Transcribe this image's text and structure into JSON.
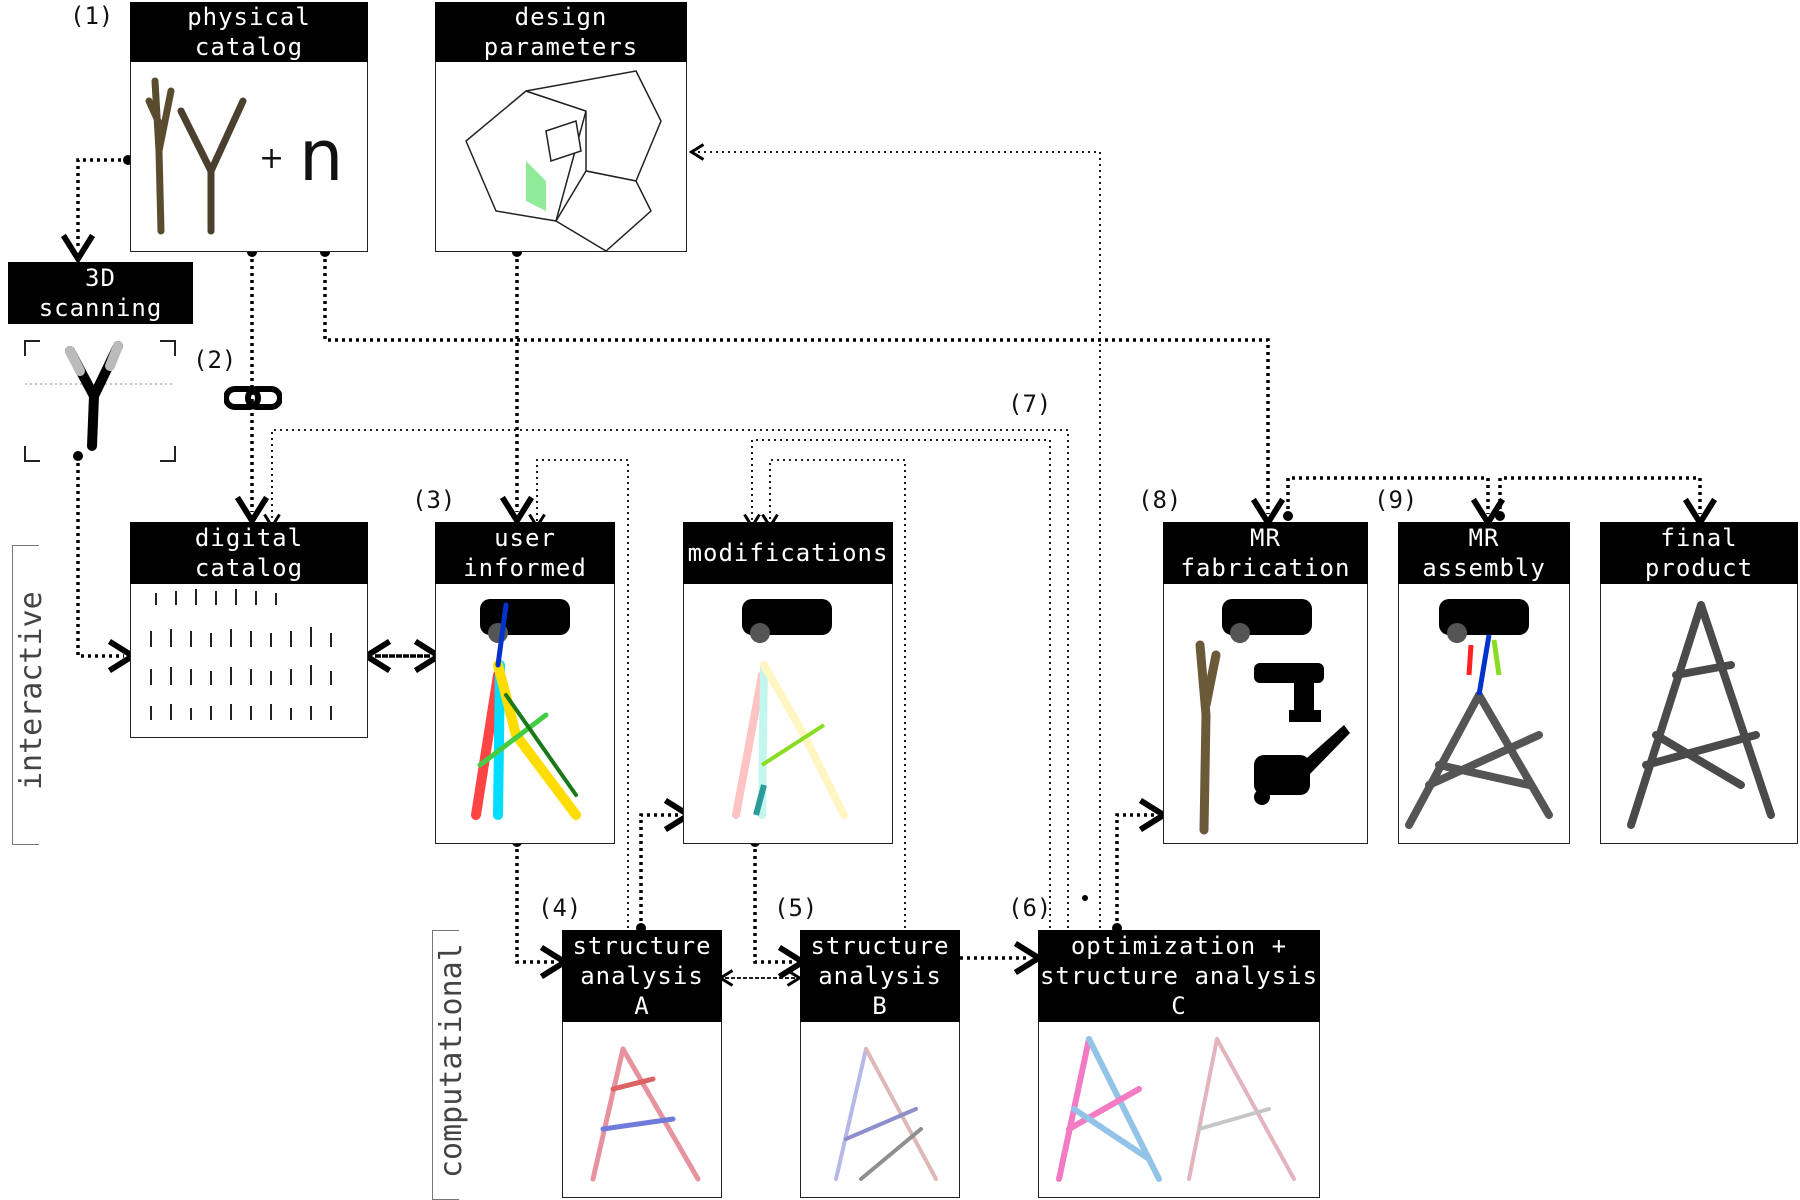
{
  "nodes": {
    "physical_catalog": {
      "step": "(1)",
      "title": "physical\ncatalog",
      "plus": "+",
      "n": "n"
    },
    "design_parameters": {
      "title": "design\nparameters"
    },
    "scanning": {
      "title": "3D\nscanning"
    },
    "link": {
      "step": "(2)"
    },
    "digital_catalog": {
      "title": "digital\ncatalog"
    },
    "user_informed": {
      "step": "(3)",
      "title": "user\ninformed"
    },
    "modifications": {
      "title": "modifications"
    },
    "structure_a": {
      "step": "(4)",
      "title": "structure\nanalysis\nA"
    },
    "structure_b": {
      "step": "(5)",
      "title": "structure\nanalysis\nB"
    },
    "structure_c": {
      "step": "(6)",
      "title": "optimization +\nstructure analysis\nC"
    },
    "feedback": {
      "step": "(7)"
    },
    "mr_fabrication": {
      "step": "(8)",
      "title": "MR\nfabrication"
    },
    "mr_assembly": {
      "step": "(9)",
      "title": "MR\nassembly"
    },
    "final_product": {
      "title": "final\nproduct"
    }
  },
  "side_labels": {
    "interactive": "interactive",
    "computational": "computational"
  },
  "colors": {
    "header_bg": "#000000",
    "branch": "#6b5a3a",
    "highlight_green": "#44dd55"
  }
}
